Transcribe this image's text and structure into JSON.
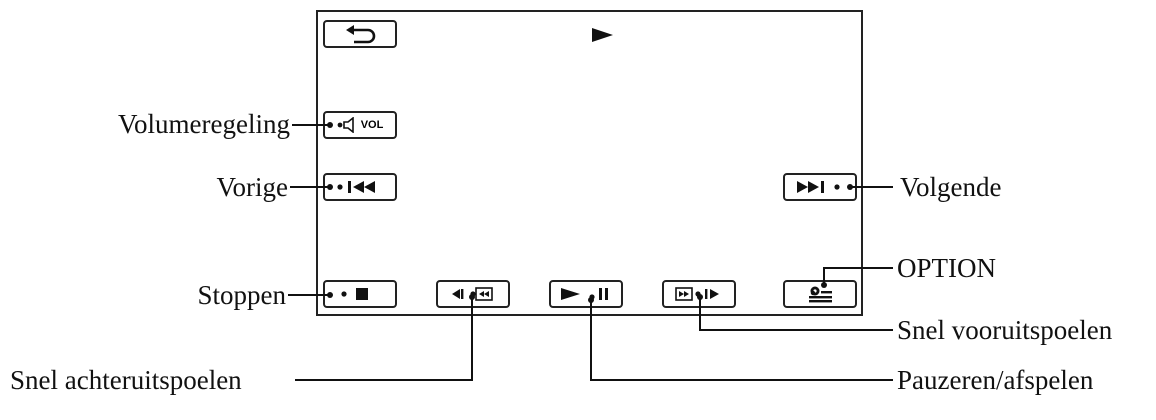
{
  "screen": {
    "icons": {
      "back": "return-arrow-icon",
      "playing": "play-indicator-icon",
      "volume": "speaker-icon",
      "previous": "skip-previous-icon",
      "next": "skip-next-icon",
      "stop": "stop-icon",
      "rewind": "fast-rewind-icon",
      "play_pause": "play-pause-icon",
      "forward": "fast-forward-icon",
      "option": "option-icon"
    },
    "volume_button_text": "VOL"
  },
  "labels": {
    "volume": "Volumeregeling",
    "previous": "Vorige",
    "next": "Volgende",
    "option": "OPTION",
    "stop": "Stoppen",
    "fast_forward": "Snel vooruitspoelen",
    "fast_rewind": "Snel achteruitspoelen",
    "play_pause": "Pauzeren/afspelen"
  }
}
